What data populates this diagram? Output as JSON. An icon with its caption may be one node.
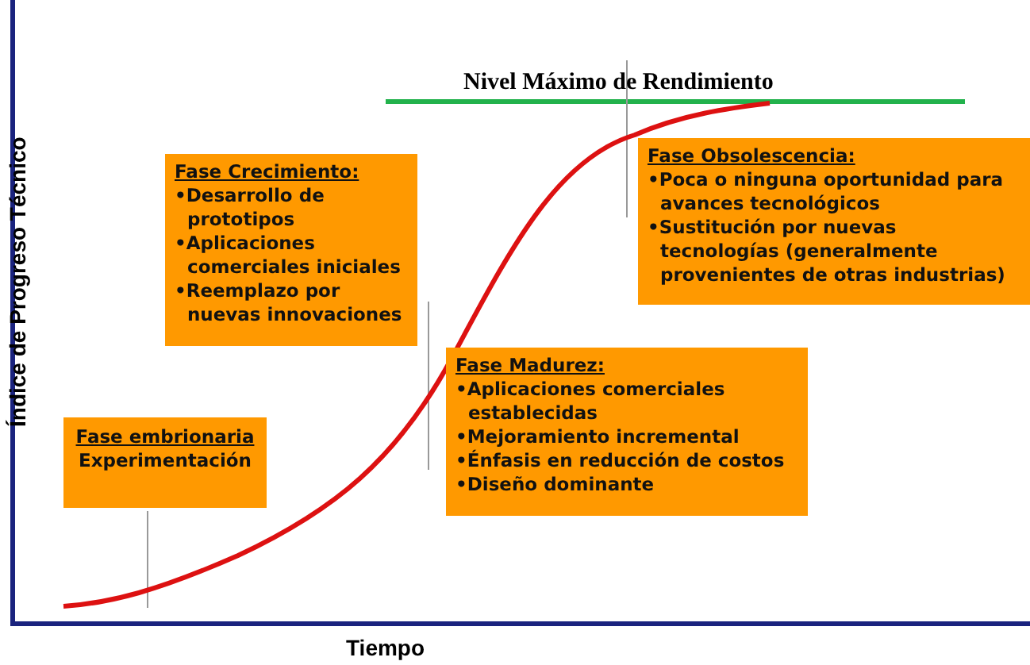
{
  "diagram": {
    "nodes": [
      {
        "text": [
          "Fase Crecimiento:",
          "•Desarrollo de prototipos",
          "•Aplicaciones comerciales iniciales",
          "•Reemplazo por nuevas innovaciones"
        ]
      },
      {
        "text": [
          "Fase Obsolescencia:",
          "•Poca o ninguna oportunidad para avances tecnológicos",
          "•Sustitución por nuevas tecnologías (generalmente provenientes de otras industrias)"
        ]
      },
      {
        "text": [
          "Fase Madurez:",
          "•Aplicaciones comerciales establecidas",
          "•Mejoramiento incremental",
          "•Énfasis en reducción de costos",
          "•Diseño dominante"
        ]
      },
      {
        "text": [
          "Fase embrionaria",
          "Experimentación"
        ]
      }
    ],
    "edges": [],
    "labels": [
      "Nivel Máximo de Rendimiento",
      "Índice de Progreso Técnico",
      "Tiempo"
    ]
  }
}
